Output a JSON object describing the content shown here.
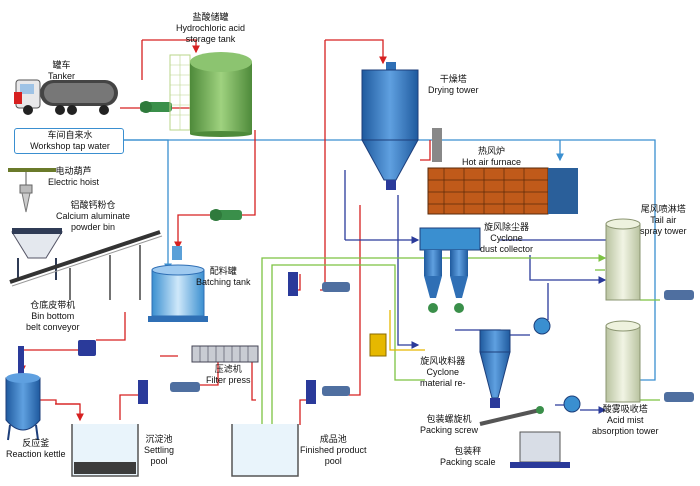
{
  "labels": {
    "tanker": {
      "zh": "罐车",
      "en": "Tanker"
    },
    "hcl_tank": {
      "zh": "盐酸储罐",
      "en1": "Hydrochloric acid",
      "en2": "storage tank"
    },
    "tap_water": {
      "zh": "车间自来水",
      "en": "Workshop tap water"
    },
    "hoist": {
      "zh": "电动葫芦",
      "en": "Electric hoist"
    },
    "ca_bin": {
      "zh": "铝酸钙粉仓",
      "en1": "Calcium aluminate",
      "en2": "powder bin"
    },
    "conveyor": {
      "zh": "仓底皮带机",
      "en1": "Bin bottom",
      "en2": "belt conveyor"
    },
    "batching": {
      "zh": "配料罐",
      "en": "Batching tank"
    },
    "reaction": {
      "zh": "反应釜",
      "en": "Reaction kettle"
    },
    "settling": {
      "zh": "沉淀池",
      "en1": "Settling",
      "en2": "pool"
    },
    "filter": {
      "zh": "压滤机",
      "en": "Filter press"
    },
    "finished": {
      "zh": "成品池",
      "en1": "Finished product",
      "en2": "pool"
    },
    "drying": {
      "zh": "干燥塔",
      "en": "Drying tower"
    },
    "furnace": {
      "zh": "热风炉",
      "en": "Hot air furnace"
    },
    "dust": {
      "zh": "旋风除尘器",
      "en1": "Cyclone",
      "en2": "dust collector"
    },
    "material": {
      "zh": "旋风收料器",
      "en1": "Cyclone",
      "en2": "material re-"
    },
    "packing_screw": {
      "zh": "包装螺旋机",
      "en": "Packing screw"
    },
    "packing_scale": {
      "zh": "包装秤",
      "en": "Packing scale"
    },
    "tail": {
      "zh": "尾风喷淋塔",
      "en1": "Tail air",
      "en2": "spray tower"
    },
    "acid_mist": {
      "zh": "酸雾吸收塔",
      "en1": "Acid mist",
      "en2": "absorption tower"
    }
  },
  "colors": {
    "water_line": "#3a8fd0",
    "acid_line": "#d62020",
    "air_line": "#2a3a9a",
    "green_line": "#7cc242",
    "yellow_line": "#e6b800",
    "tank_green": "#6aa84f",
    "tower_blue": "#2f6fb5",
    "tower_grey": "#dfe6c9"
  }
}
